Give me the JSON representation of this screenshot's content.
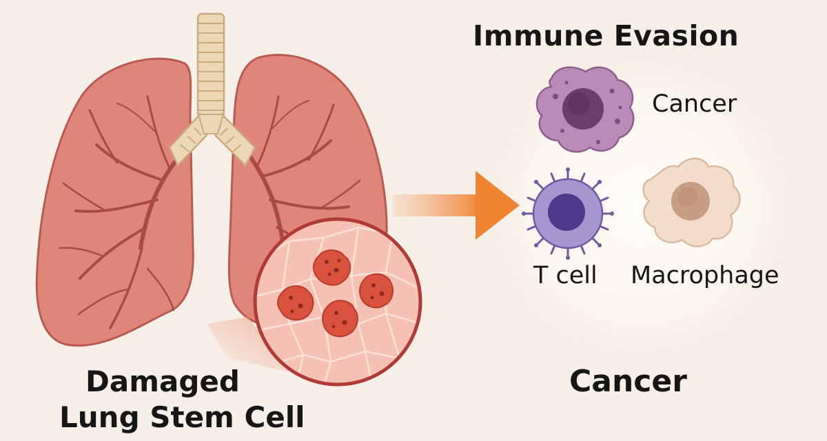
{
  "title": "Immune Evasion",
  "cells": {
    "cancer_label": "Cancer",
    "tcell_label": "T cell",
    "macrophage_label": "Macrophage"
  },
  "captions": {
    "damaged_line1": "Damaged",
    "damaged_line2": "Lung Stem Cell",
    "cancer": "Cancer"
  },
  "colors": {
    "background": "#f6efe7",
    "lung": "#e0857a",
    "lung_outline": "#b95a52",
    "trachea": "#ecd8b6",
    "arrow": "#f08a3c",
    "cancer_cell": "#b98bb6",
    "t_cell": "#a596d0",
    "macrophage": "#f2dcca"
  }
}
